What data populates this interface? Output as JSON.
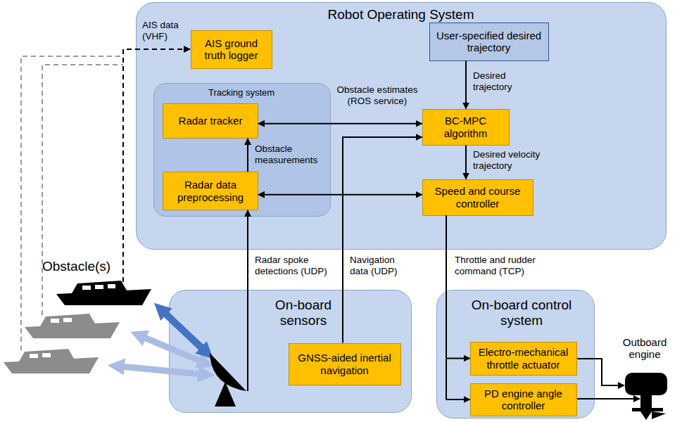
{
  "diagram": {
    "nodes": [
      {
        "text": [
          "Robot Operating System"
        ]
      },
      {
        "text": [
          "AIS ground truth logger"
        ],
        "in": 0
      },
      {
        "text": [
          "User-specified desired trajectory"
        ],
        "in": 0
      },
      {
        "text": [
          "Tracking system"
        ],
        "in": 0
      },
      {
        "text": [
          "Radar tracker"
        ],
        "in": 3
      },
      {
        "text": [
          "Radar data preprocessing"
        ],
        "in": 3
      },
      {
        "text": [
          "BC-MPC algorithm"
        ],
        "in": 0
      },
      {
        "text": [
          "Speed and course controller"
        ],
        "in": 0
      },
      {
        "text": [
          "On-board sensors"
        ]
      },
      {
        "text": [
          "GNSS-aided inertial navigation"
        ],
        "in": 8
      },
      {
        "text": [
          "On-board control system"
        ]
      },
      {
        "text": [
          "Electro-mechanical throttle actuator"
        ],
        "in": 10
      },
      {
        "text": [
          "PD engine angle controller"
        ],
        "in": 10
      }
    ],
    "edges": [
      {
        "from": 2,
        "to": 6,
        "arrow": "to",
        "label": "Desired trajectory"
      },
      {
        "from": 4,
        "to": 6,
        "arrow": "both",
        "label": "Obstacle estimates (ROS service)"
      },
      {
        "from": 5,
        "to": 4,
        "arrow": "to",
        "label": "Obstacle measurements"
      },
      {
        "from": 6,
        "to": 7,
        "arrow": "to",
        "label": "Desired velocity trajectory"
      },
      {
        "from": 5,
        "to": 7,
        "arrow": "both"
      },
      {
        "from": 8,
        "to": 5,
        "arrow": "to",
        "label": "Radar spoke detections (UDP)"
      },
      {
        "from": 9,
        "to": 6,
        "arrow": "to",
        "label": "Navigation data (UDP)"
      },
      {
        "from": 7,
        "to": 11,
        "arrow": "to",
        "label": "Throttle and rudder command (TCP)"
      },
      {
        "from": 7,
        "to": 12,
        "arrow": "to"
      }
    ],
    "labels": [
      "AIS data (VHF)",
      "Obstacle(s)",
      "Outboard engine"
    ]
  }
}
